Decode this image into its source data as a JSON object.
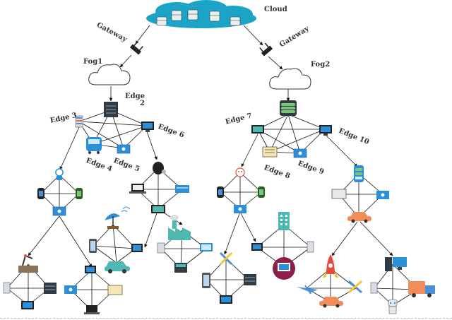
{
  "labels": {
    "cloud": "Cloud",
    "gateway_left": "Gateway",
    "gateway_right": "Gateway",
    "fog1": "Fog1",
    "fog2": "Fog2",
    "edge2": "Edge 2",
    "edge3": "Edge 3",
    "edge4": "Edge 4",
    "edge5": "Edge 5",
    "edge6": "Edge 6",
    "edge7": "Edge 7",
    "edge8": "Edge 8",
    "edge9": "Edge 9",
    "edge10": "Edge 10"
  },
  "colors": {
    "cloud_fill": "#1ba4c8",
    "line": "#111111",
    "server_dark": "#2f3b45",
    "blue_device": "#2d8fd8",
    "green_server": "#7cc576",
    "car_orange": "#f28c5a",
    "factory_teal": "#4fb8b0",
    "rocket_red": "#e84a3a"
  }
}
